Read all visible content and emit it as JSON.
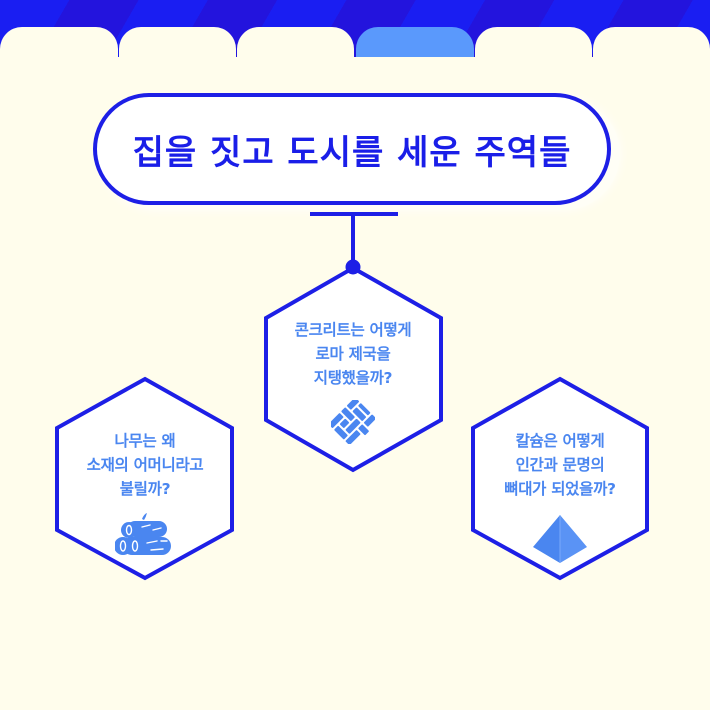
{
  "colors": {
    "background": "#fffdec",
    "band_primary": "#1a1ef2",
    "band_stripe": "#2314dd",
    "active_tab": "#5a99fc",
    "outline": "#1d1fe6",
    "title_text": "#1a1ee8",
    "node_text": "#4a86f0",
    "icon": "#4a86f0"
  },
  "tabs": [
    {
      "index": 1,
      "active": false
    },
    {
      "index": 2,
      "active": false
    },
    {
      "index": 3,
      "active": false
    },
    {
      "index": 4,
      "active": true
    },
    {
      "index": 5,
      "active": false
    },
    {
      "index": 6,
      "active": false
    }
  ],
  "title": {
    "text": "집을 짓고 도시를 세운 주역들"
  },
  "nodes": {
    "center": {
      "label": "콘크리트는 어떻게\n로마 제국을\n지탱했을까?",
      "icon": "brick-herringbone-icon"
    },
    "left": {
      "label": "나무는 왜\n소재의 어머니라고\n불릴까?",
      "icon": "logs-icon"
    },
    "right": {
      "label": "칼슘은 어떻게\n인간과 문명의\n뼈대가 되었을까?",
      "icon": "pyramid-icon"
    }
  }
}
